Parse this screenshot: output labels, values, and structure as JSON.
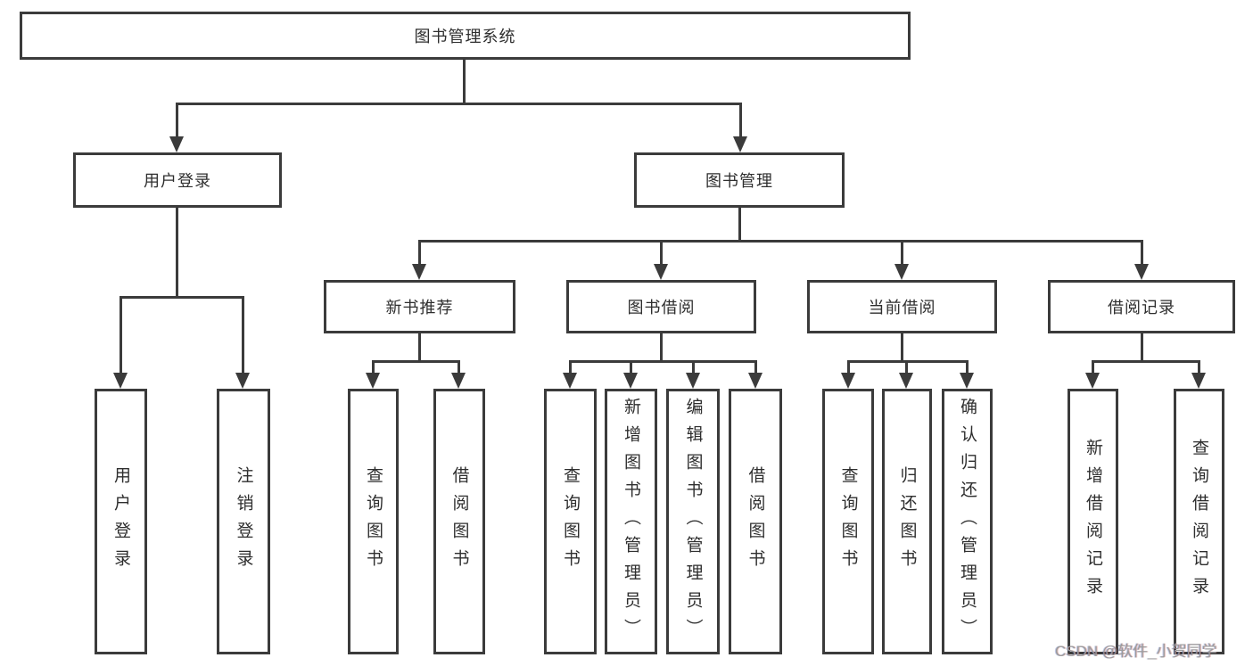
{
  "diagram": {
    "watermark": "CSDN @软件_小贺同学",
    "colors": {
      "line": "#3b3b3b",
      "box_border": "#3b3b3b",
      "text": "#2e2e2e",
      "background": "#ffffff",
      "watermark": "#9c9c9c"
    },
    "tree": {
      "label": "图书管理系统",
      "children": [
        {
          "label": "用户登录",
          "children": [
            {
              "label": "用户登录"
            },
            {
              "label": "注销登录"
            }
          ]
        },
        {
          "label": "图书管理",
          "children": [
            {
              "label": "新书推荐",
              "children": [
                {
                  "label": "查询图书"
                },
                {
                  "label": "借阅图书"
                }
              ]
            },
            {
              "label": "图书借阅",
              "children": [
                {
                  "label": "查询图书"
                },
                {
                  "label": "新增图书（管理员）"
                },
                {
                  "label": "编辑图书（管理员）"
                },
                {
                  "label": "借阅图书"
                }
              ]
            },
            {
              "label": "当前借阅",
              "children": [
                {
                  "label": "查询图书"
                },
                {
                  "label": "归还图书"
                },
                {
                  "label": "确认归还（管理员）"
                }
              ]
            },
            {
              "label": "借阅记录",
              "children": [
                {
                  "label": "新增借阅记录"
                },
                {
                  "label": "查询借阅记录"
                }
              ]
            }
          ]
        }
      ]
    }
  }
}
